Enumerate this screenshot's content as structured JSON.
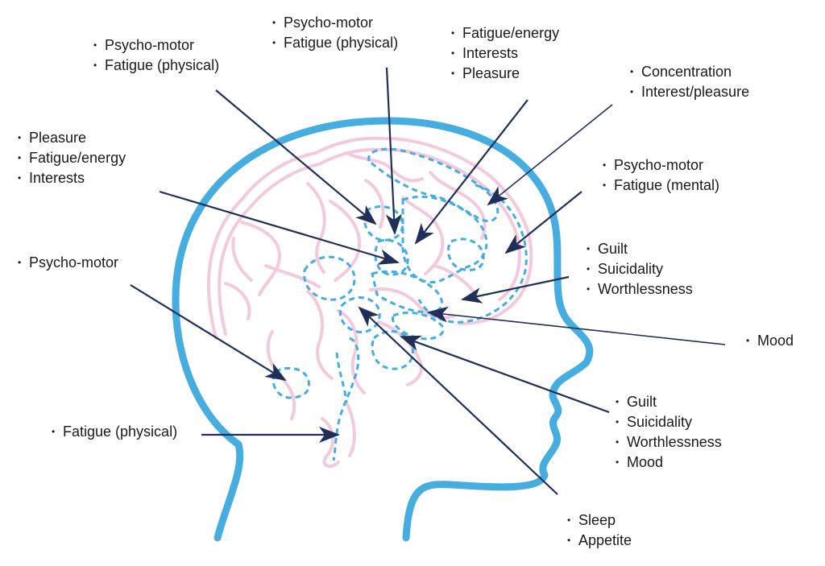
{
  "colors": {
    "head_outline": "#45ADDF",
    "brain_folds": "#F3C9DD",
    "dashed_regions": "#45ADDF",
    "arrows": "#1F2F57",
    "text": "#1a1a1a"
  },
  "groups": [
    {
      "name": "psychomotor-fatigue-left",
      "items": [
        "Psycho-motor",
        "Fatigue (physical)"
      ]
    },
    {
      "name": "psychomotor-fatigue-top",
      "items": [
        "Psycho-motor",
        "Fatigue (physical)"
      ]
    },
    {
      "name": "fatigue-interests-pleasure-top",
      "items": [
        "Fatigue/energy",
        "Interests",
        "Pleasure"
      ]
    },
    {
      "name": "concentration-interest",
      "items": [
        "Concentration",
        "Interest/pleasure"
      ]
    },
    {
      "name": "pleasure-fatigue-interests-left",
      "items": [
        "Pleasure",
        "Fatigue/energy",
        "Interests"
      ]
    },
    {
      "name": "psychomotor-fatigue-mental",
      "items": [
        "Psycho-motor",
        "Fatigue (mental)"
      ]
    },
    {
      "name": "psychomotor-left",
      "items": [
        "Psycho-motor"
      ]
    },
    {
      "name": "guilt-suicidality-worthlessness",
      "items": [
        "Guilt",
        "Suicidality",
        "Worthlessness"
      ]
    },
    {
      "name": "mood-right",
      "items": [
        "Mood"
      ]
    },
    {
      "name": "guilt-suicidality-worthlessness-mood",
      "items": [
        "Guilt",
        "Suicidality",
        "Worthlessness",
        "Mood"
      ]
    },
    {
      "name": "fatigue-physical-bottom",
      "items": [
        "Fatigue (physical)"
      ]
    },
    {
      "name": "sleep-appetite",
      "items": [
        "Sleep",
        "Appetite"
      ]
    }
  ]
}
